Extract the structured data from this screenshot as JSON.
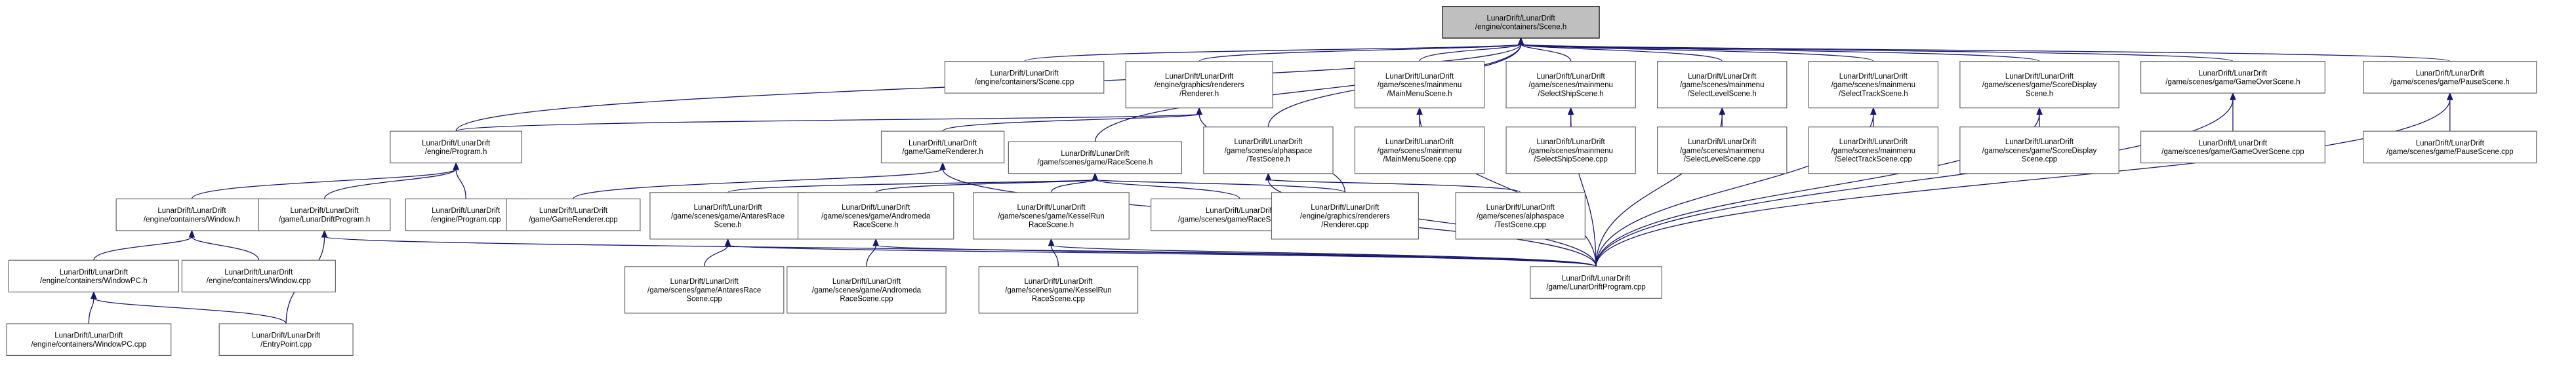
{
  "graph": {
    "nodes": [
      {
        "id": "scene_h",
        "lines": [
          "LunarDrift/LunarDrift",
          "/engine/containers/Scene.h"
        ],
        "root": true
      },
      {
        "id": "scene_cpp",
        "lines": [
          "LunarDrift/LunarDrift",
          "/engine/containers/Scene.cpp"
        ]
      },
      {
        "id": "renderer_h",
        "lines": [
          "LunarDrift/LunarDrift",
          "/engine/graphics/renderers",
          "/Renderer.h"
        ]
      },
      {
        "id": "racescene_h",
        "lines": [
          "LunarDrift/LunarDrift",
          "/game/scenes/game/RaceScene.h"
        ]
      },
      {
        "id": "testscene_h",
        "lines": [
          "LunarDrift/LunarDrift",
          "/game/scenes/alphaspace",
          "/TestScene.h"
        ]
      },
      {
        "id": "mainmenu_h",
        "lines": [
          "LunarDrift/LunarDrift",
          "/game/scenes/mainmenu",
          "/MainMenuScene.h"
        ]
      },
      {
        "id": "selectship_h",
        "lines": [
          "LunarDrift/LunarDrift",
          "/game/scenes/mainmenu",
          "/SelectShipScene.h"
        ]
      },
      {
        "id": "selectlevel_h",
        "lines": [
          "LunarDrift/LunarDrift",
          "/game/scenes/mainmenu",
          "/SelectLevelScene.h"
        ]
      },
      {
        "id": "selecttrack_h",
        "lines": [
          "LunarDrift/LunarDrift",
          "/game/scenes/mainmenu",
          "/SelectTrackScene.h"
        ]
      },
      {
        "id": "scoredisplay_h",
        "lines": [
          "LunarDrift/LunarDrift",
          "/game/scenes/game/ScoreDisplay",
          "Scene.h"
        ]
      },
      {
        "id": "gameover_h",
        "lines": [
          "LunarDrift/LunarDrift",
          "/game/scenes/game/GameOverScene.h"
        ]
      },
      {
        "id": "pause_h",
        "lines": [
          "LunarDrift/LunarDrift",
          "/game/scenes/game/PauseScene.h"
        ]
      },
      {
        "id": "program_h",
        "lines": [
          "LunarDrift/LunarDrift",
          "/engine/Program.h"
        ]
      },
      {
        "id": "gamerenderer_h",
        "lines": [
          "LunarDrift/LunarDrift",
          "/game/GameRenderer.h"
        ]
      },
      {
        "id": "mainmenu_cpp",
        "lines": [
          "LunarDrift/LunarDrift",
          "/game/scenes/mainmenu",
          "/MainMenuScene.cpp"
        ]
      },
      {
        "id": "selectship_cpp",
        "lines": [
          "LunarDrift/LunarDrift",
          "/game/scenes/mainmenu",
          "/SelectShipScene.cpp"
        ]
      },
      {
        "id": "selectlevel_cpp",
        "lines": [
          "LunarDrift/LunarDrift",
          "/game/scenes/mainmenu",
          "/SelectLevelScene.cpp"
        ]
      },
      {
        "id": "selecttrack_cpp",
        "lines": [
          "LunarDrift/LunarDrift",
          "/game/scenes/mainmenu",
          "/SelectTrackScene.cpp"
        ]
      },
      {
        "id": "scoredisplay_cpp",
        "lines": [
          "LunarDrift/LunarDrift",
          "/game/scenes/game/ScoreDisplay",
          "Scene.cpp"
        ]
      },
      {
        "id": "gameover_cpp",
        "lines": [
          "LunarDrift/LunarDrift",
          "/game/scenes/game/GameOverScene.cpp"
        ]
      },
      {
        "id": "pause_cpp",
        "lines": [
          "LunarDrift/LunarDrift",
          "/game/scenes/game/PauseScene.cpp"
        ]
      },
      {
        "id": "window_h",
        "lines": [
          "LunarDrift/LunarDrift",
          "/engine/containers/Window.h"
        ]
      },
      {
        "id": "lunardriftprogram_h",
        "lines": [
          "LunarDrift/LunarDrift",
          "/game/LunarDriftProgram.h"
        ]
      },
      {
        "id": "program_cpp",
        "lines": [
          "LunarDrift/LunarDrift",
          "/engine/Program.cpp"
        ]
      },
      {
        "id": "gamerenderer_cpp",
        "lines": [
          "LunarDrift/LunarDrift",
          "/game/GameRenderer.cpp"
        ]
      },
      {
        "id": "antaresrace_h",
        "lines": [
          "LunarDrift/LunarDrift",
          "/game/scenes/game/AntaresRace",
          "Scene.h"
        ]
      },
      {
        "id": "andromeda_h",
        "lines": [
          "LunarDrift/LunarDrift",
          "/game/scenes/game/Andromeda",
          "RaceScene.h"
        ]
      },
      {
        "id": "kesselrun_h",
        "lines": [
          "LunarDrift/LunarDrift",
          "/game/scenes/game/KesselRun",
          "RaceScene.h"
        ]
      },
      {
        "id": "racescene_cpp",
        "lines": [
          "LunarDrift/LunarDrift",
          "/game/scenes/game/RaceScene.cpp"
        ]
      },
      {
        "id": "renderer_cpp",
        "lines": [
          "LunarDrift/LunarDrift",
          "/engine/graphics/renderers",
          "/Renderer.cpp"
        ]
      },
      {
        "id": "testscene_cpp",
        "lines": [
          "LunarDrift/LunarDrift",
          "/game/scenes/alphaspace",
          "/TestScene.cpp"
        ]
      },
      {
        "id": "window_cpp",
        "lines": [
          "LunarDrift/LunarDrift",
          "/engine/containers/Window.cpp"
        ]
      },
      {
        "id": "windowpc_h",
        "lines": [
          "LunarDrift/LunarDrift",
          "/engine/containers/WindowPC.h"
        ]
      },
      {
        "id": "antaresrace_cpp",
        "lines": [
          "LunarDrift/LunarDrift",
          "/game/scenes/game/AntaresRace",
          "Scene.cpp"
        ]
      },
      {
        "id": "andromeda_cpp",
        "lines": [
          "LunarDrift/LunarDrift",
          "/game/scenes/game/Andromeda",
          "RaceScene.cpp"
        ]
      },
      {
        "id": "kesselrun_cpp",
        "lines": [
          "LunarDrift/LunarDrift",
          "/game/scenes/game/KesselRun",
          "RaceScene.cpp"
        ]
      },
      {
        "id": "lunardriftprogram_cpp",
        "lines": [
          "LunarDrift/LunarDrift",
          "/game/LunarDriftProgram.cpp"
        ]
      },
      {
        "id": "windowpc_cpp",
        "lines": [
          "LunarDrift/LunarDrift",
          "/engine/containers/WindowPC.cpp"
        ]
      },
      {
        "id": "entrypoint_cpp",
        "lines": [
          "LunarDrift/LunarDrift",
          "/EntryPoint.cpp"
        ]
      }
    ],
    "edges": [
      [
        "scene_h",
        "scene_cpp"
      ],
      [
        "scene_h",
        "renderer_h"
      ],
      [
        "scene_h",
        "racescene_h"
      ],
      [
        "scene_h",
        "testscene_h"
      ],
      [
        "scene_h",
        "mainmenu_h"
      ],
      [
        "scene_h",
        "selectship_h"
      ],
      [
        "scene_h",
        "selectlevel_h"
      ],
      [
        "scene_h",
        "selecttrack_h"
      ],
      [
        "scene_h",
        "scoredisplay_h"
      ],
      [
        "scene_h",
        "gameover_h"
      ],
      [
        "scene_h",
        "pause_h"
      ],
      [
        "scene_h",
        "program_h"
      ],
      [
        "renderer_h",
        "program_h"
      ],
      [
        "renderer_h",
        "gamerenderer_h"
      ],
      [
        "renderer_h",
        "renderer_cpp"
      ],
      [
        "mainmenu_h",
        "mainmenu_cpp"
      ],
      [
        "mainmenu_h",
        "lunardriftprogram_cpp"
      ],
      [
        "selectship_h",
        "selectship_cpp"
      ],
      [
        "selectship_h",
        "lunardriftprogram_cpp"
      ],
      [
        "selectlevel_h",
        "selectlevel_cpp"
      ],
      [
        "selectlevel_h",
        "lunardriftprogram_cpp"
      ],
      [
        "selecttrack_h",
        "selecttrack_cpp"
      ],
      [
        "selecttrack_h",
        "lunardriftprogram_cpp"
      ],
      [
        "scoredisplay_h",
        "scoredisplay_cpp"
      ],
      [
        "scoredisplay_h",
        "lunardriftprogram_cpp"
      ],
      [
        "gameover_h",
        "gameover_cpp"
      ],
      [
        "gameover_h",
        "lunardriftprogram_cpp"
      ],
      [
        "pause_h",
        "pause_cpp"
      ],
      [
        "pause_h",
        "lunardriftprogram_cpp"
      ],
      [
        "testscene_h",
        "testscene_cpp"
      ],
      [
        "testscene_h",
        "lunardriftprogram_cpp"
      ],
      [
        "program_h",
        "window_h"
      ],
      [
        "program_h",
        "lunardriftprogram_h"
      ],
      [
        "program_h",
        "program_cpp"
      ],
      [
        "gamerenderer_h",
        "gamerenderer_cpp"
      ],
      [
        "gamerenderer_h",
        "lunardriftprogram_cpp"
      ],
      [
        "racescene_h",
        "antaresrace_h"
      ],
      [
        "racescene_h",
        "andromeda_h"
      ],
      [
        "racescene_h",
        "kesselrun_h"
      ],
      [
        "racescene_h",
        "racescene_cpp"
      ],
      [
        "racescene_h",
        "renderer_cpp"
      ],
      [
        "window_h",
        "windowpc_h"
      ],
      [
        "window_h",
        "window_cpp"
      ],
      [
        "lunardriftprogram_h",
        "entrypoint_cpp"
      ],
      [
        "lunardriftprogram_h",
        "lunardriftprogram_cpp"
      ],
      [
        "antaresrace_h",
        "antaresrace_cpp"
      ],
      [
        "antaresrace_h",
        "lunardriftprogram_cpp"
      ],
      [
        "andromeda_h",
        "andromeda_cpp"
      ],
      [
        "andromeda_h",
        "lunardriftprogram_cpp"
      ],
      [
        "kesselrun_h",
        "kesselrun_cpp"
      ],
      [
        "kesselrun_h",
        "lunardriftprogram_cpp"
      ],
      [
        "windowpc_h",
        "windowpc_cpp"
      ],
      [
        "windowpc_h",
        "entrypoint_cpp"
      ]
    ]
  }
}
